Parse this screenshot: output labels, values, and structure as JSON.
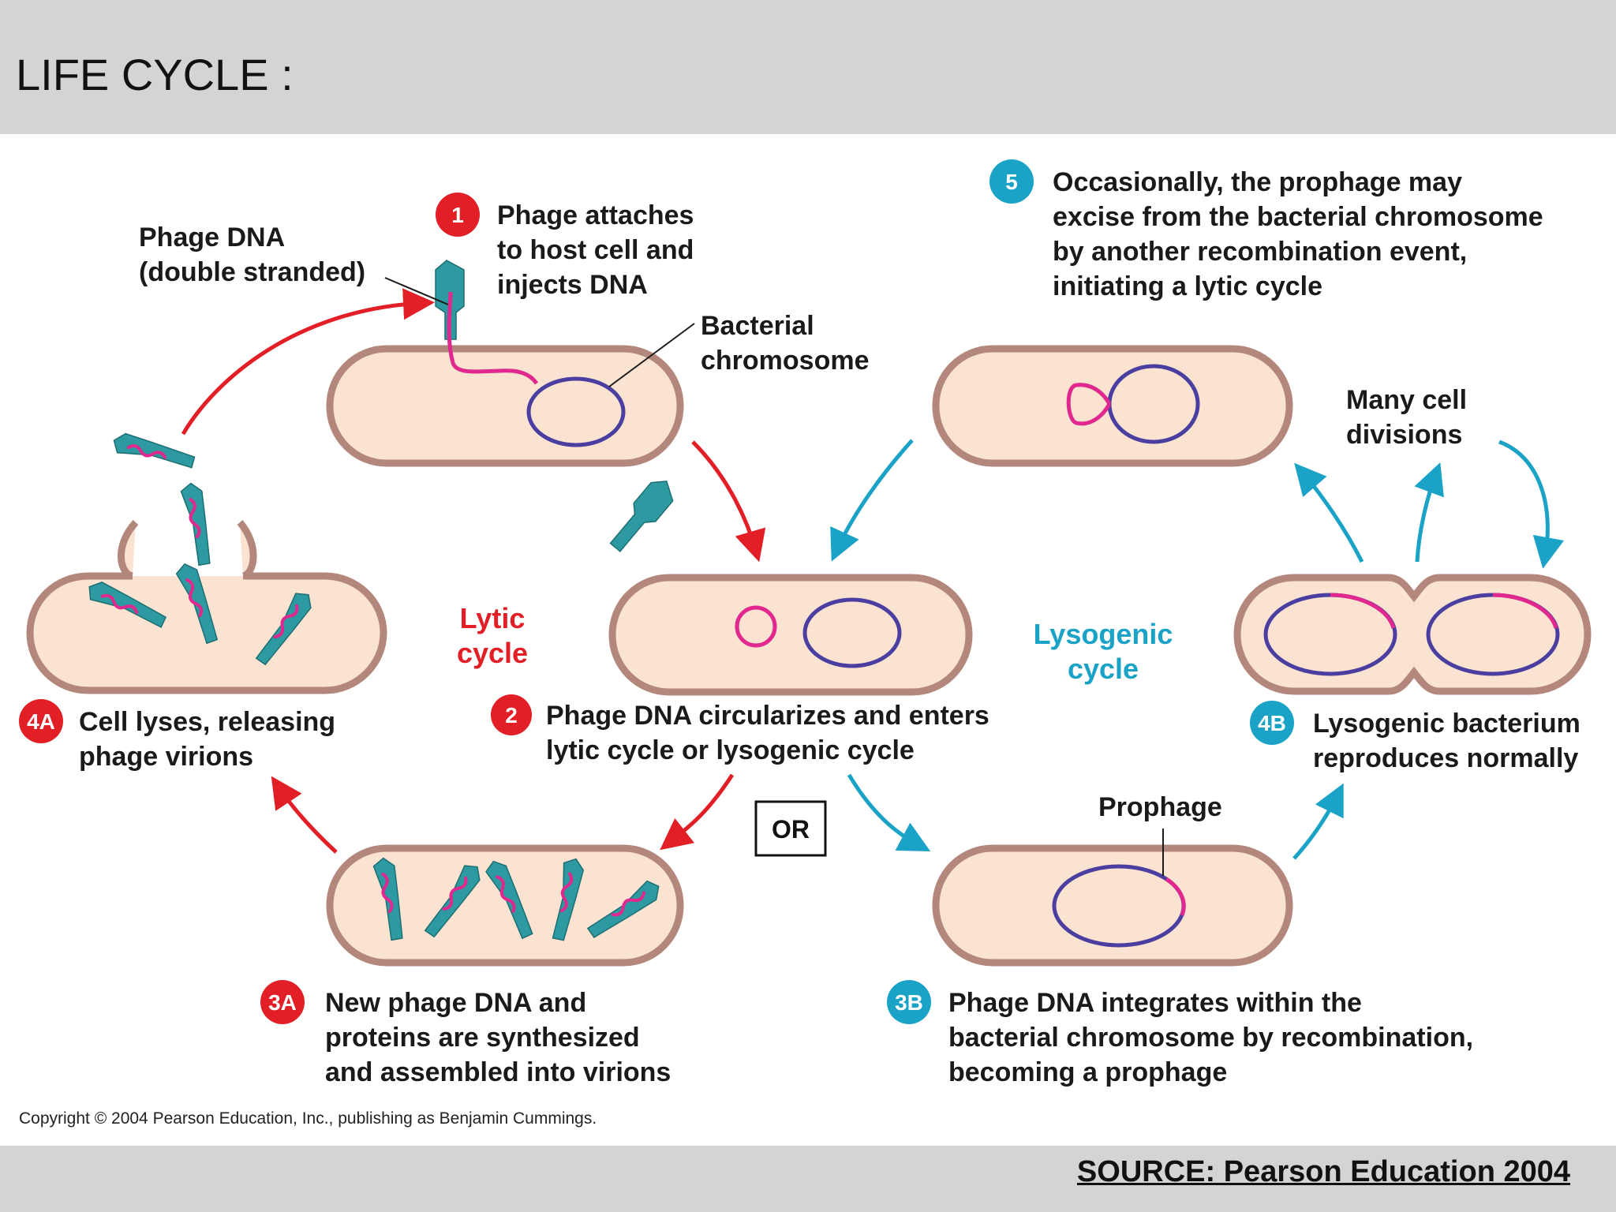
{
  "header": {
    "title": "LIFE CYCLE :"
  },
  "footer": {
    "source": "SOURCE: Pearson Education 2004"
  },
  "diagram": {
    "labels": {
      "phage_dna_1": "Phage DNA",
      "phage_dna_2": "(double stranded)",
      "bacterial_1": "Bacterial",
      "bacterial_2": "chromosome",
      "many_cell_1": "Many cell",
      "many_cell_2": "divisions",
      "prophage": "Prophage",
      "or": "OR"
    },
    "cycles": {
      "lytic_1": "Lytic",
      "lytic_2": "cycle",
      "lysogenic_1": "Lysogenic",
      "lysogenic_2": "cycle"
    },
    "steps": {
      "s1": {
        "num": "1",
        "lines": [
          "Phage attaches",
          "to host cell and",
          "injects DNA"
        ]
      },
      "s2": {
        "num": "2",
        "lines": [
          "Phage DNA circularizes and enters",
          "lytic cycle or lysogenic cycle"
        ]
      },
      "s3a": {
        "num": "3A",
        "lines": [
          "New phage DNA and",
          "proteins are synthesized",
          "and assembled into virions"
        ]
      },
      "s3b": {
        "num": "3B",
        "lines": [
          "Phage DNA integrates within the",
          "bacterial chromosome by recombination,",
          "becoming a prophage"
        ]
      },
      "s4a": {
        "num": "4A",
        "lines": [
          "Cell lyses, releasing",
          "phage virions"
        ]
      },
      "s4b": {
        "num": "4B",
        "lines": [
          "Lysogenic bacterium",
          "reproduces normally"
        ]
      },
      "s5": {
        "num": "5",
        "lines": [
          "Occasionally, the prophage may",
          "excise from the bacterial chromosome",
          "by another recombination event,",
          "initiating a lytic cycle"
        ]
      }
    },
    "copyright": "Copyright © 2004 Pearson Education, Inc., publishing as Benjamin Cummings."
  },
  "colors": {
    "lytic": "#e21f26",
    "lysogenic": "#1aa3c6",
    "cell": "#fbe3d2",
    "chromosome": "#4a3ea0",
    "phage_dna": "#e0288f",
    "phage": "#2c9aa0"
  }
}
